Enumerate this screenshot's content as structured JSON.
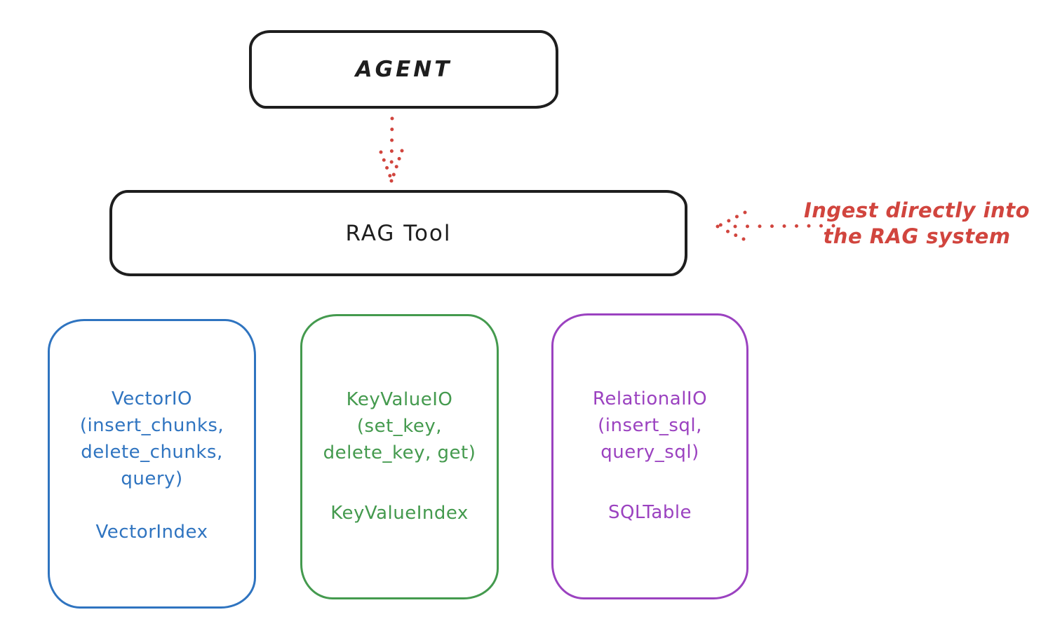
{
  "agent": {
    "label": "AGENT"
  },
  "rag_tool": {
    "label": "RAG Tool"
  },
  "annotation": {
    "text": "Ingest directly into\nthe RAG system",
    "color": "#d1453e"
  },
  "io_boxes": [
    {
      "name": "vector-io",
      "color": "#2f74c0",
      "methods": "VectorIO\n(insert_chunks,\ndelete_chunks,\nquery)",
      "index": "VectorIndex"
    },
    {
      "name": "keyvalue-io",
      "color": "#449a4e",
      "methods": "KeyValueIO\n(set_key,\ndelete_key, get)",
      "index": "KeyValueIndex"
    },
    {
      "name": "relational-io",
      "color": "#9b42c0",
      "methods": "RelationalIO\n(insert_sql,\nquery_sql)",
      "index": "SQLTable"
    }
  ],
  "colors": {
    "stroke_black": "#1e1e1e",
    "arrow_red": "#d1453e"
  }
}
